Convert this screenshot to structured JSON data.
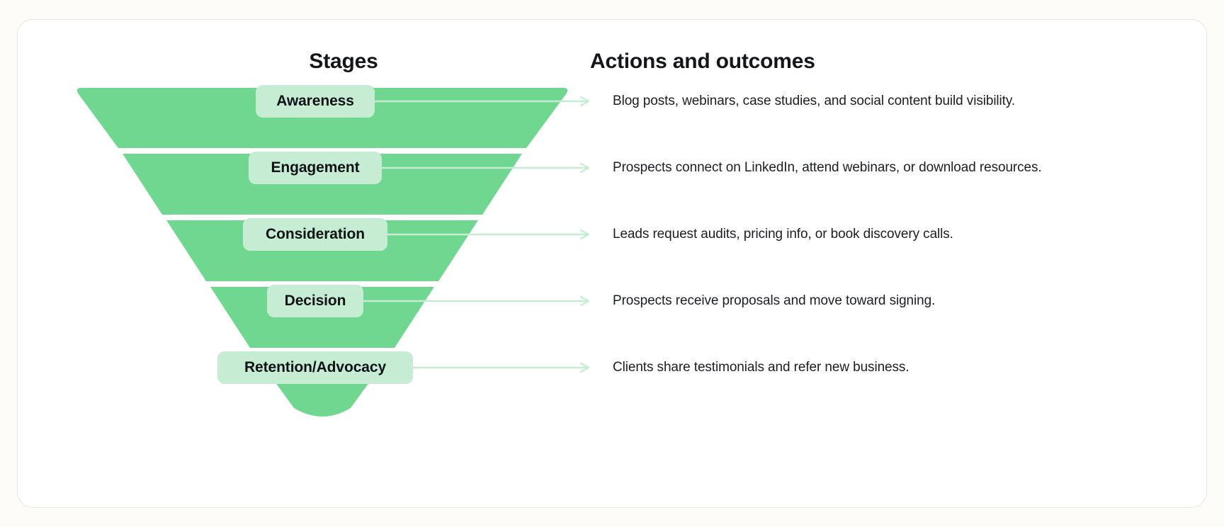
{
  "card": {
    "background": "#FFFFFF",
    "border_color": "#E9E7E0",
    "page_background": "#FDFCF8"
  },
  "colors": {
    "funnel_band": "#6FD78F",
    "pill_background": "#C6EDD3",
    "arrow": "#C6EDD3",
    "heading_text": "#14161A",
    "body_text": "#1B1E23"
  },
  "headings": {
    "stages": "Stages",
    "actions": "Actions and outcomes"
  },
  "chart_data": {
    "type": "funnel",
    "title": "Stages",
    "categories": [
      "Awareness",
      "Engagement",
      "Consideration",
      "Decision",
      "Retention/Advocacy"
    ],
    "stages": [
      {
        "label": "Awareness",
        "description": "Blog posts, webinars, case studies, and social content build visibility.",
        "width_ratio": 1.0
      },
      {
        "label": "Engagement",
        "description": "Prospects connect on LinkedIn, attend webinars, or download resources.",
        "width_ratio": 0.84
      },
      {
        "label": "Consideration",
        "description": "Leads request audits, pricing info, or book discovery calls.",
        "width_ratio": 0.62
      },
      {
        "label": "Decision",
        "description": "Prospects receive proposals and move toward signing.",
        "width_ratio": 0.42
      },
      {
        "label": "Retention/Advocacy",
        "description": "Clients share testimonials and refer new business.",
        "width_ratio": 0.22
      }
    ]
  }
}
